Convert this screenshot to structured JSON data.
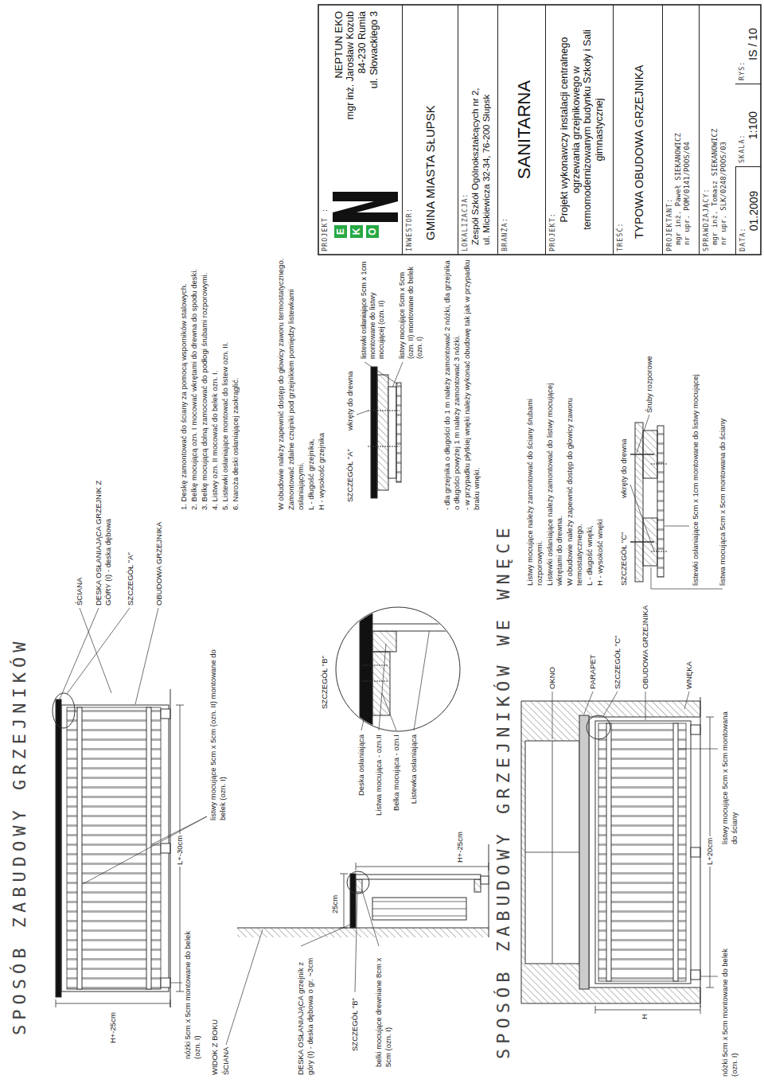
{
  "diagram": {
    "nodes": [
      {
        "text": [
          "PROJEKT :",
          "NEPTUN EKO",
          "mgr inż. Jarosław Kozub",
          "84-230 Rumia",
          "ul. Słowackiego 3"
        ]
      },
      {
        "text": [
          "INWESTOR:",
          "GMINA MIASTA SŁUPSK"
        ]
      },
      {
        "text": [
          "LOKALIZACJA:",
          "Zespół Szkół Ogólnokształcących nr 2,",
          "ul. Mickiewicza 32-34, 76-200 Słupsk"
        ]
      },
      {
        "text": [
          "BRANŻA:",
          "SANITARNA"
        ]
      },
      {
        "text": [
          "PROJEKT:",
          "Projekt wykonawczy instalacji centralnego ogrzewania grzejnikowego w termomodernizowanym budynku Szkoły i Sali gimnastycznej"
        ]
      },
      {
        "text": [
          "TREŚĆ:",
          "TYPOWA OBUDOWA GRZEJNIKA"
        ]
      },
      {
        "text": [
          "PROJEKTANT:",
          "mgr inż. Paweł SIEKANOWICZ",
          "nr upr. POM/0141/POOS/04"
        ]
      },
      {
        "text": [
          "SPRAWDZAJĄCY:",
          "mgr inż. Tomasz SIEKANOWICZ",
          "nr upr. SLK/0248/POOS/03"
        ]
      },
      {
        "text": [
          "DATA:",
          "01.2009"
        ]
      },
      {
        "text": [
          "SKALA:",
          "1:100"
        ]
      },
      {
        "text": [
          "RYS:",
          "IS / 10"
        ]
      }
    ],
    "labels": [
      "SPOSÓB ZABUDOWY GRZEJNIKÓW",
      "H+-25cm",
      "L+-30cm",
      "nóżki 5cm x 5cm montowane do belek (ozn. I)",
      "listwy mocujące 5cm x 5cm (ozn. II) montowane do belek (ozn. I)",
      "ŚCIANA",
      "DESKA OSŁANIAJĄCA GRZEJNIK Z GÓRY (I) - deska dębowa",
      "SZCZEGÓŁ \"A\"",
      "OBUDOWA GRZEJNIKA",
      "1. Deskę zamontować do ściany za pomocą wsporników stalowych.",
      "2. Belkę mocującą ozn. I mocować wkrętami do drewna do spodu deski.",
      "3. Belkę mocującą dolną zamocować do podłogi śrubami rozporowymi.",
      "4. Listwy ozn. II mocować do belek ozn. I.",
      "5. Listewki osłaniające montować do listew ozn. II.",
      "6. Naroża deski osłaniającej zaokrąglić.",
      "W obudowie należy zapewnić dostęp do głowicy zaworu termostatycznego.",
      "Zamontować zdalne czujniki pod grzejnikiem pomiędzy listewkami osłaniającymi.",
      "L - długość grzejnika,",
      "H - wysokość grzejnika",
      "SZCZEGÓŁ \"A\"",
      "wkręty do drewna",
      "listewki osłaniające 5cm x 1cm montowane do listwy mocującej (ozn. II)",
      "listwy mocujące 5cm x 5cm (ozn. II) montowane do belek (ozn. I)",
      "- dla grzejnika o długości do 1 m należy zamontować 2 nóżki, dla grzejnika o długości powyżej 1 m należy zamontować 3 nóżki.",
      "- w przypadku płytkiej wnęki należy wykonać obudowę tak jak w przypadku braku wnęki.",
      "WIDOK Z BOKU",
      "ŚCIANA",
      "DESKA OSŁANIAJĄCA grzejnik z góry (I) - deska dębowa o gr. ~3cm",
      "SZCZEGÓŁ \"B\"",
      "belki mocujące drewniane 8cm x 5cm (ozn. I)",
      "25cm",
      "H+-25cm",
      "SZCZEGÓŁ \"B\"",
      "Deska osłaniająca",
      "Listwa mocująca - ozn.II",
      "Belka mocująca - ozn.I",
      "Listewka osłaniająca",
      "SPOSÓB ZABUDOWY GRZEJNIKÓW WE WNĘCE",
      "OKNO",
      "PARAPET",
      "SZCZEGÓŁ \"C\"",
      "OBUDOWA GRZEJNIKA",
      "WNĘKA",
      "H",
      "L+20cm",
      "nóżki 5cm x 5cm montowane do belek (ozn. I)",
      "listwy mocujące 5cm x 5cm montowana do ściany",
      "Listwy mocujące należy zamontować do ściany śrubami rozporowymi.",
      "Listewki osłaniające należy zamontować do listwy mocującej wkrętami do drewna.",
      "W obudowie należy zapewnić dostęp do głowicy zaworu termostatycznego.",
      "L - długość wnęki,",
      "H - wysokość wnęki",
      "SZCZEGÓŁ \"C\"",
      "wkręty do drewna",
      "Śruby rozporowe",
      "listewki osłaniające 5cm x 1cm montowane do listwy mocującej",
      "listwa mocująca 5cm x 5cm montowana do ściany",
      "E",
      "K",
      "O"
    ]
  }
}
